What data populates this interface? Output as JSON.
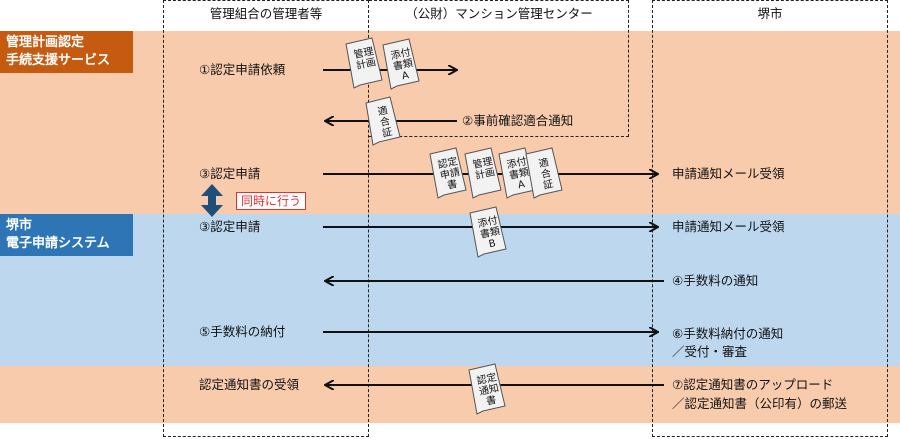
{
  "bands": {
    "top_color": "#f8cbad",
    "mid_color": "#bdd7ee",
    "system1_color": "#c55a11",
    "system2_color": "#2e75b6"
  },
  "systems": {
    "system1": "管理計画認定\n手続支援サービス",
    "system2": "堺市\n電子申請システム"
  },
  "columns": {
    "col1": "管理組合の管理者等",
    "col2": "（公財）マンション管理センター",
    "col3": "堺市"
  },
  "steps": {
    "s1": "①認定申請依頼",
    "s2": "②事前確認適合通知",
    "s3a": "③認定申請",
    "s3a_dest": "申請通知メール受領",
    "simul": "同時に行う",
    "s3b": "③認定申請",
    "s3b_dest": "申請通知メール受領",
    "s4": "④手数料の通知",
    "s5": "⑤手数料の納付",
    "s6a": "⑥手数料納付の通知",
    "s6b": "／受付・審査",
    "s7_left": "認定通知書の受領",
    "s7a": "⑦認定通知書のアップロード",
    "s7b": "／認定通知書（公印有）の郵送"
  },
  "docs": {
    "d1": "管理\n計画",
    "d2": "添付\n書類\nA",
    "d3": "適\n合\n証",
    "d4": "認定\n申請\n書",
    "d5": "管理\n計画",
    "d6": "添付\n書類\nA",
    "d7": "適\n合\n証",
    "d8": "添付\n書類\nB",
    "d9": "認定\n通知\n書"
  }
}
